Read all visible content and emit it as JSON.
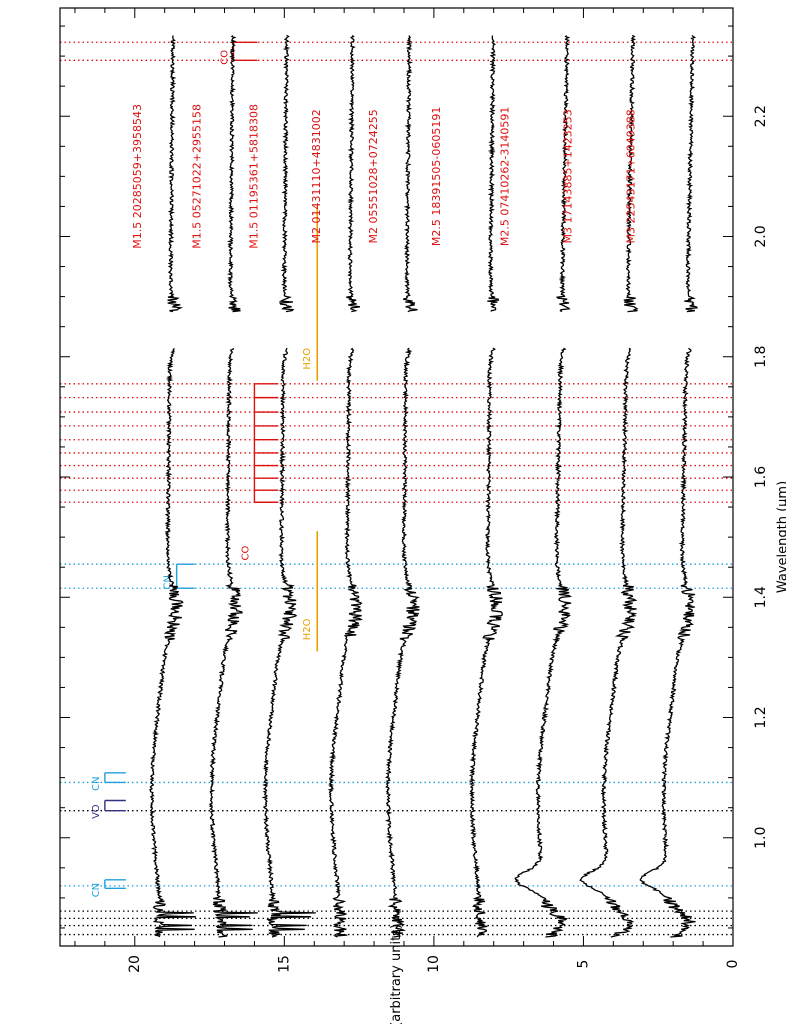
{
  "chart_data": {
    "type": "line",
    "xlabel": "Wavelength (μm)",
    "ylabel": "Flux (arbitrary units)",
    "xlim": [
      0.82,
      2.38
    ],
    "ylim": [
      0,
      22.5
    ],
    "x_ticks": [
      {
        "v": 1.0,
        "label": "1.0"
      },
      {
        "v": 1.2,
        "label": "1.2"
      },
      {
        "v": 1.4,
        "label": "1.4"
      },
      {
        "v": 1.6,
        "label": "1.6"
      },
      {
        "v": 1.8,
        "label": "1.8"
      },
      {
        "v": 2.0,
        "label": "2.0"
      },
      {
        "v": 2.2,
        "label": "2.2"
      }
    ],
    "y_ticks": [
      {
        "v": 0,
        "label": "0"
      },
      {
        "v": 5,
        "label": "5"
      },
      {
        "v": 10,
        "label": "10"
      },
      {
        "v": 15,
        "label": "15"
      },
      {
        "v": 20,
        "label": "20"
      }
    ],
    "colors": {
      "axis": "#000000",
      "label": "#dd1010",
      "co": "#dd1010",
      "cn": "#1ea0dc",
      "vo": "#303080",
      "h2o": "#e8a000",
      "black_lines": "#000000"
    },
    "series": [
      {
        "name": "M1.5 20285059+3958543",
        "offset": 19.0,
        "label_y": 19.9
      },
      {
        "name": "M1.5 05271022+2955158",
        "offset": 17.0,
        "label_y": 17.9
      },
      {
        "name": "M1.5 01195361+5818308",
        "offset": 15.2,
        "label_y": 16.0
      },
      {
        "name": "M2 01431110+4831002",
        "offset": 13.0,
        "label_y": 13.9
      },
      {
        "name": "M2 05551028+0724255",
        "offset": 11.1,
        "label_y": 12.0
      },
      {
        "name": "M2.5 18391505-0605191",
        "offset": 8.3,
        "label_y": 9.9
      },
      {
        "name": "M2.5 07410262-3140591",
        "offset": 6.1,
        "label_y": 7.6
      },
      {
        "name": "M3 17143885+1423253",
        "offset": 3.9,
        "label_y": 5.5
      },
      {
        "name": "M3 22543171+6049388",
        "offset": 1.9,
        "label_y": 3.4
      }
    ],
    "vlines": [
      {
        "x": 0.839,
        "color": "black"
      },
      {
        "x": 0.854,
        "color": "black"
      },
      {
        "x": 0.866,
        "color": "black"
      },
      {
        "x": 0.878,
        "color": "black"
      },
      {
        "x": 0.92,
        "color": "cyan"
      },
      {
        "x": 1.045,
        "color": "black"
      },
      {
        "x": 1.092,
        "color": "cyan"
      },
      {
        "x": 1.415,
        "color": "cyan"
      },
      {
        "x": 1.455,
        "color": "cyan"
      },
      {
        "x": 1.558,
        "color": "red"
      },
      {
        "x": 1.578,
        "color": "red"
      },
      {
        "x": 1.598,
        "color": "red"
      },
      {
        "x": 1.619,
        "color": "red"
      },
      {
        "x": 1.64,
        "color": "red"
      },
      {
        "x": 1.662,
        "color": "red"
      },
      {
        "x": 1.685,
        "color": "red"
      },
      {
        "x": 1.708,
        "color": "red"
      },
      {
        "x": 1.732,
        "color": "red"
      },
      {
        "x": 1.755,
        "color": "red"
      },
      {
        "x": 2.293,
        "color": "red"
      },
      {
        "x": 2.323,
        "color": "red"
      }
    ],
    "band_markers": [
      {
        "label": "CN",
        "color": "cyan",
        "x_start": 0.916,
        "x_end": 0.93,
        "flux_top": 21.0,
        "flux_bottom": 20.3
      },
      {
        "label": "VO",
        "color": "vo",
        "x_start": 1.045,
        "x_end": 1.062,
        "flux_top": 21.0,
        "flux_bottom": 20.3
      },
      {
        "label": "CN",
        "color": "cyan",
        "x_start": 1.092,
        "x_end": 1.108,
        "flux_top": 21.0,
        "flux_bottom": 20.3
      },
      {
        "label": "CN",
        "color": "cyan",
        "x_start": 1.415,
        "x_end": 1.455,
        "flux_top": 18.6,
        "flux_bottom": 18.0
      },
      {
        "label": "CO",
        "color": "co",
        "x_start": 1.558,
        "x_end": 1.755,
        "flux_top": 16.0,
        "flux_bottom": 15.2,
        "ticks": true
      },
      {
        "label": "CO",
        "color": "co",
        "x_start": 2.293,
        "x_end": 2.323,
        "flux_top": 16.7,
        "flux_bottom": 15.9
      }
    ],
    "h2o": [
      {
        "label": "H2O",
        "x_start": 1.31,
        "x_end": 1.51,
        "flux": 13.9
      },
      {
        "label": "H2O",
        "x_start": 1.76,
        "x_end": 2.05,
        "flux": 13.9
      }
    ]
  }
}
